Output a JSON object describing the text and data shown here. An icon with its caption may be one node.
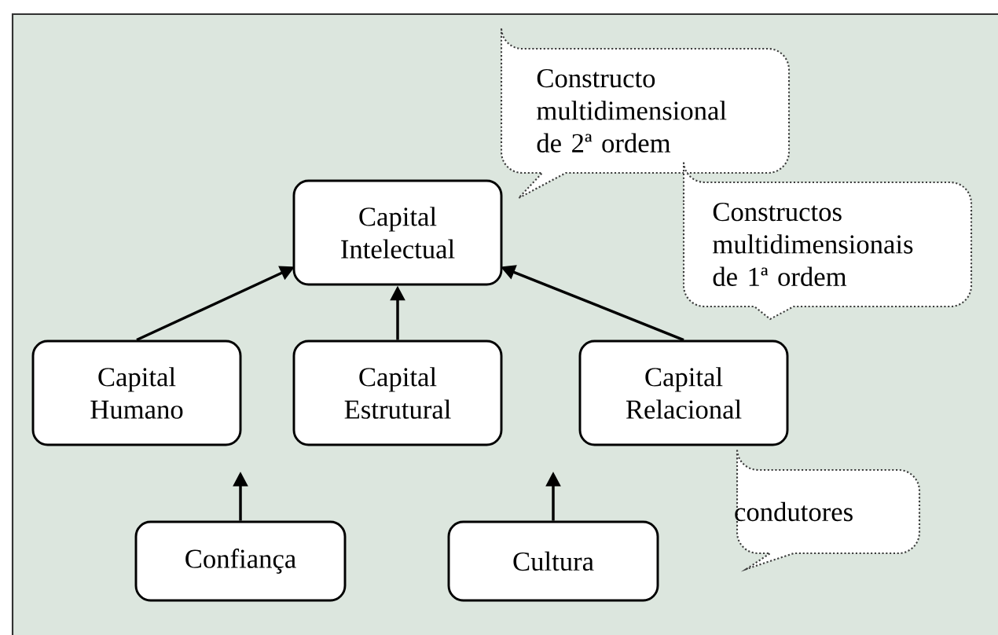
{
  "diagram": {
    "nodes": [
      {
        "text": [
          "Capital Intelectual"
        ]
      },
      {
        "text": [
          "Capital Humano"
        ]
      },
      {
        "text": [
          "Capital Estrutural"
        ]
      },
      {
        "text": [
          "Capital Relacional"
        ]
      },
      {
        "text": [
          "Confiança"
        ]
      },
      {
        "text": [
          "Cultura"
        ]
      },
      {
        "text": [
          "Constructo multidimensional de 2ª ordem"
        ]
      },
      {
        "text": [
          "Constructos multidimensionais de 1ª ordem"
        ]
      },
      {
        "text": [
          "condutores"
        ]
      }
    ],
    "edges": [
      {
        "from": 1,
        "to": 0,
        "arrow": "to"
      },
      {
        "from": 2,
        "to": 0,
        "arrow": "to"
      },
      {
        "from": 3,
        "to": 0,
        "arrow": "to"
      },
      {
        "from": 4,
        "to": null,
        "arrow": "to"
      },
      {
        "from": 5,
        "to": null,
        "arrow": "to"
      }
    ]
  }
}
